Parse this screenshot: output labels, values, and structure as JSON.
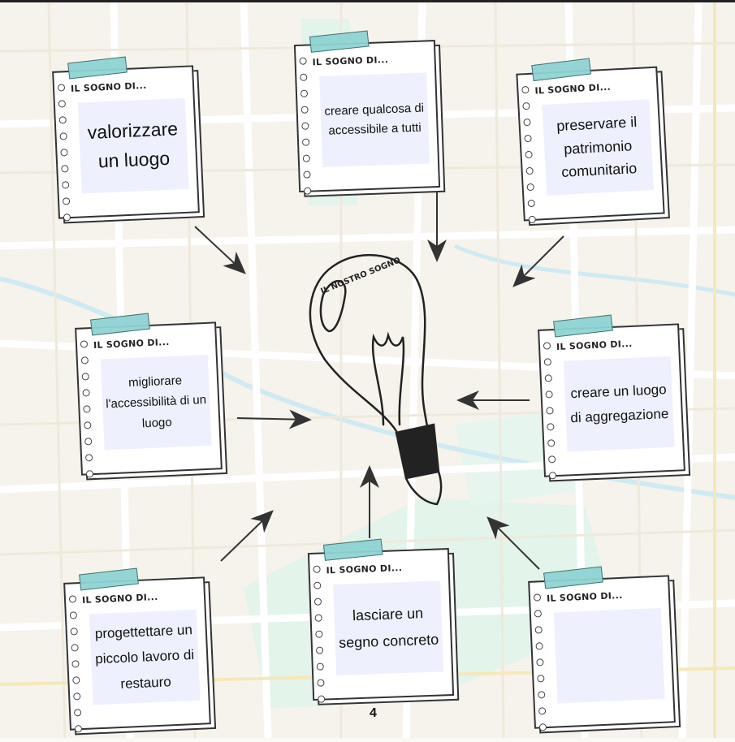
{
  "header_label": "IL SOGNO DI...",
  "bulb_label": "IL NOSTRO SOGNO",
  "page_number": "4",
  "notes": [
    {
      "text": "valorizzare un luogo"
    },
    {
      "text": "creare qualcosa di accessibile a tutti"
    },
    {
      "text": "preservare il patrimonio comunitario"
    },
    {
      "text": "migliorare l'accessibilità di un luogo"
    },
    {
      "text": "creare un luogo di aggregazione"
    },
    {
      "text": "progettettare un piccolo lavoro di restauro"
    },
    {
      "text": "lasciare un segno concreto"
    },
    {
      "text": ""
    }
  ],
  "colors": {
    "tape": "#8fd3d3",
    "box": "#eef1fd",
    "map_road": "#ffffff",
    "map_green": "#dff3ea",
    "map_water": "#cfeaf3"
  }
}
